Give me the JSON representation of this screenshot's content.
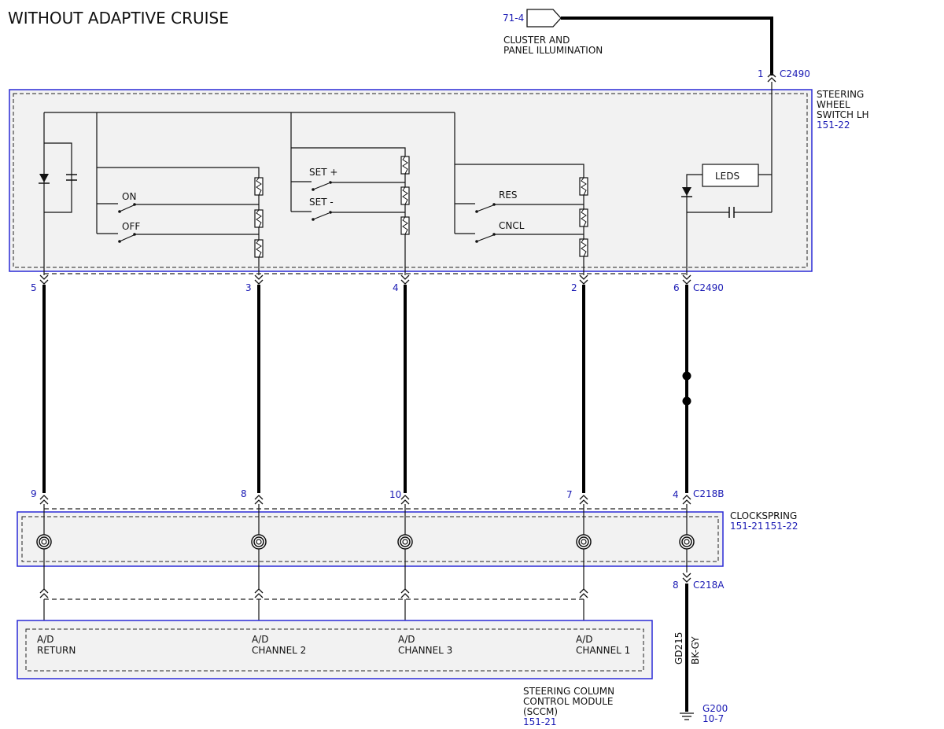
{
  "title": "WITHOUT ADAPTIVE CRUISE",
  "source": {
    "ref": "71-4",
    "label_line1": "CLUSTER AND",
    "label_line2": "PANEL ILLUMINATION"
  },
  "steering_switch": {
    "name_line1": "STEERING",
    "name_line2": "WHEEL",
    "name_line3": "SWITCH LH",
    "ref": "151-22",
    "top_pin": "1",
    "top_connector": "C2490",
    "bottom_connector": "C2490",
    "pins": [
      "5",
      "3",
      "4",
      "2",
      "6"
    ],
    "switch_labels": {
      "on": "ON",
      "off": "OFF",
      "set_plus": "SET +",
      "set_minus": "SET -",
      "res": "RES",
      "cncl": "CNCL"
    },
    "leds_label": "LEDS"
  },
  "clockspring": {
    "name": "CLOCKSPRING",
    "ref1": "151-21",
    "ref2": "151-22",
    "top_connector": "C218B",
    "top_pins": [
      "9",
      "8",
      "10",
      "7",
      "4"
    ],
    "bottom_connector": "C218A",
    "bottom_pin": "8"
  },
  "module": {
    "name_line1": "STEERING COLUMN",
    "name_line2": "CONTROL MODULE",
    "name_line3": "(SCCM)",
    "ref": "151-21",
    "inputs": [
      {
        "line1": "A/D",
        "line2": "RETURN"
      },
      {
        "line1": "A/D",
        "line2": "CHANNEL 2"
      },
      {
        "line1": "A/D",
        "line2": "CHANNEL 3"
      },
      {
        "line1": "A/D",
        "line2": "CHANNEL 1"
      }
    ]
  },
  "ground_wire": {
    "circuit": "GD215",
    "color": "BK-GY",
    "ground": "G200",
    "ground_ref": "10-7"
  }
}
